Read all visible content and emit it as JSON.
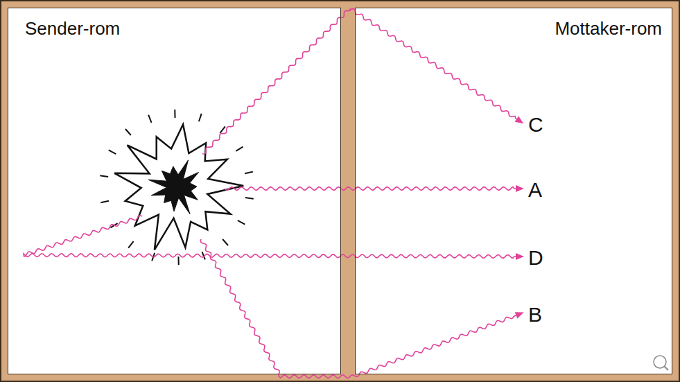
{
  "diagram": {
    "nodes": [
      {
        "text": [
          "Sender-rom"
        ]
      },
      {
        "text": [
          "Mottaker-rom"
        ]
      }
    ],
    "labels": [
      "C",
      "A",
      "D",
      "B"
    ]
  }
}
